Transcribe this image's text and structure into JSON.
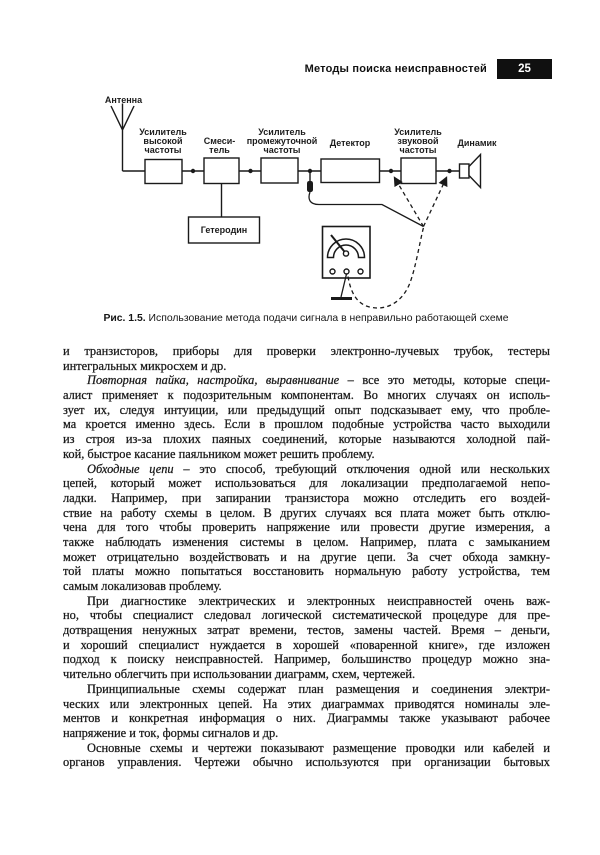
{
  "page": {
    "paper_color": "#ffffff",
    "ink_color": "#1a1a1a",
    "badge_bg": "#101010",
    "badge_fg": "#ffffff"
  },
  "header": {
    "title": "Методы поиска неисправностей",
    "page_number": "25"
  },
  "figure": {
    "labels": {
      "antenna": "Антенна",
      "rf_amp": "Усилитель\nвысокой\nчастоты",
      "mixer": "Смеси-\nтель",
      "if_amp": "Усилитель\nпромежуточной\nчастоты",
      "detector": "Детектор",
      "af_amp": "Усилитель\nзвуковой\nчастоты",
      "speaker": "Динамик",
      "oscillator": "Гетеродин"
    },
    "caption_label": "Рис. 1.5.",
    "caption_text": " Использование метода подачи сигнала в неправильно работающей схеме"
  },
  "body": {
    "paragraphs": [
      {
        "indent": false,
        "lines": [
          [
            {
              "t": "и транзисторов, приборы для проверки электронно-лучевых трубок, тестеры"
            }
          ],
          [
            {
              "t": "интегральных микросхем и др."
            }
          ]
        ]
      },
      {
        "indent": true,
        "lines": [
          [
            {
              "t": "Повторная пайка, настройка, выравнивание",
              "i": true
            },
            {
              "t": " – все это методы, которые специ-"
            }
          ],
          [
            {
              "t": "алист применяет к подозрительным компонентам. Во многих случаях он исполь-"
            }
          ],
          [
            {
              "t": "зует их, следуя интуиции, или предыдущий опыт подсказывает ему, что пробле-"
            }
          ],
          [
            {
              "t": "ма кроется именно здесь. Если в прошлом подобные устройства часто выходили"
            }
          ],
          [
            {
              "t": "из строя из-за плохих паяных соединений, которые называются холодной пай-"
            }
          ],
          [
            {
              "t": "кой, быстрое касание паяльником может решить проблему."
            }
          ]
        ]
      },
      {
        "indent": true,
        "lines": [
          [
            {
              "t": "Обходные цепи",
              "i": true
            },
            {
              "t": " – это способ, требующий отключения одной или нескольких"
            }
          ],
          [
            {
              "t": "цепей, который может использоваться для локализации предполагаемой непо-"
            }
          ],
          [
            {
              "t": "ладки. Например, при запирании транзистора можно отследить его воздей-"
            }
          ],
          [
            {
              "t": "ствие на работу схемы в целом. В других случаях вся плата может быть отклю-"
            }
          ],
          [
            {
              "t": "чена для того чтобы проверить напряжение или провести другие измерения, а"
            }
          ],
          [
            {
              "t": "также наблюдать изменения системы в целом. Например, плата с замыканием"
            }
          ],
          [
            {
              "t": "может отрицательно воздействовать и на другие цепи. За счет обхода замкну-"
            }
          ],
          [
            {
              "t": "той платы можно попытаться восстановить нормальную работу устройства, тем"
            }
          ],
          [
            {
              "t": "самым локализовав проблему."
            }
          ]
        ]
      },
      {
        "indent": true,
        "lines": [
          [
            {
              "t": "При диагностике электрических и электронных неисправностей очень важ-"
            }
          ],
          [
            {
              "t": "но, чтобы специалист следовал логической систематической процедуре для пре-"
            }
          ],
          [
            {
              "t": "дотвращения ненужных затрат времени, тестов, замены частей. Время – деньги,"
            }
          ],
          [
            {
              "t": "и хороший специалист нуждается в хорошей «поваренной книге», где изложен"
            }
          ],
          [
            {
              "t": "подход к поиску неисправностей. Например, большинство процедур можно зна-"
            }
          ],
          [
            {
              "t": "чительно облегчить при использовании диаграмм, схем, чертежей."
            }
          ]
        ]
      },
      {
        "indent": true,
        "lines": [
          [
            {
              "t": "Принципиальные схемы содержат план размещения и соединения электри-"
            }
          ],
          [
            {
              "t": "ческих или электронных цепей. На этих диаграммах приводятся номиналы эле-"
            }
          ],
          [
            {
              "t": "ментов и конкретная информация о них. Диаграммы также указывают рабочее"
            }
          ],
          [
            {
              "t": "напряжение и ток, формы сигналов и др."
            }
          ]
        ]
      },
      {
        "indent": true,
        "full_last": true,
        "lines": [
          [
            {
              "t": "Основные схемы и чертежи показывают размещение проводки или кабелей и"
            }
          ],
          [
            {
              "t": "органов управления. Чертежи обычно используются при организации бытовых"
            }
          ]
        ]
      }
    ]
  }
}
